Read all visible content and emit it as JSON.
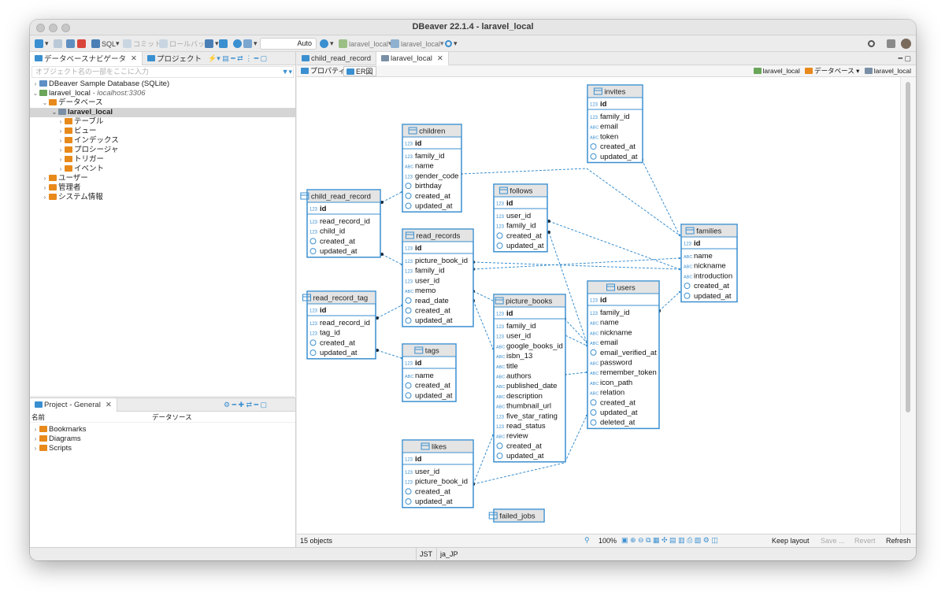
{
  "window": {
    "title": "DBeaver 22.1.4 - laravel_local"
  },
  "toolbar": {
    "sql": "SQL",
    "commit": "コミット",
    "rollback": "ロールバック",
    "auto": "Auto",
    "datasource": "laravel_local",
    "schema": "laravel_local"
  },
  "navigator": {
    "tab_db": "データベースナビゲータ",
    "tab_project": "プロジェクト",
    "filter_placeholder": "オブジェクト名の一部をここに入力",
    "items": [
      {
        "label": "DBeaver Sample Database (SQLite)"
      },
      {
        "label": "laravel_local",
        "host": "- localhost:3306"
      },
      {
        "label": "データベース"
      },
      {
        "label": "laravel_local"
      },
      {
        "label": "テーブル"
      },
      {
        "label": "ビュー"
      },
      {
        "label": "インデックス"
      },
      {
        "label": "プロシージャ"
      },
      {
        "label": "トリガー"
      },
      {
        "label": "イベント"
      },
      {
        "label": "ユーザー"
      },
      {
        "label": "管理者"
      },
      {
        "label": "システム情報"
      }
    ]
  },
  "project": {
    "tab": "Project - General",
    "col_name": "名前",
    "col_datasource": "データソース",
    "items": [
      {
        "label": "Bookmarks"
      },
      {
        "label": "Diagrams"
      },
      {
        "label": "Scripts"
      }
    ]
  },
  "editor": {
    "tabs": [
      {
        "label": "child_read_record"
      },
      {
        "label": "laravel_local"
      }
    ],
    "subtab_props": "プロパティ",
    "subtab_er": "ER図",
    "crumb_ds": "laravel_local",
    "crumb_db": "データベース",
    "crumb_schema": "laravel_local"
  },
  "status": {
    "objects": "15 objects",
    "zoom": "100%",
    "keep_layout": "Keep layout",
    "save": "Save ...",
    "revert": "Revert",
    "refresh": "Refresh"
  },
  "bottom": {
    "tz": "JST",
    "locale": "ja_JP"
  },
  "colors": {
    "accent": "#3a8fd0",
    "link": "#2a8fcf",
    "folder": "#e8891b",
    "selection": "#d5d5d5"
  },
  "er_tables": [
    {
      "name": "invites",
      "pk": "id",
      "columns": [
        {
          "t": "123",
          "n": "family_id"
        },
        {
          "t": "ABC",
          "n": "email"
        },
        {
          "t": "ABC",
          "n": "token"
        },
        {
          "t": "clock",
          "n": "created_at"
        },
        {
          "t": "clock",
          "n": "updated_at"
        }
      ]
    },
    {
      "name": "children",
      "pk": "id",
      "columns": [
        {
          "t": "123",
          "n": "family_id"
        },
        {
          "t": "ABC",
          "n": "name"
        },
        {
          "t": "123",
          "n": "gender_code"
        },
        {
          "t": "clock",
          "n": "birthday"
        },
        {
          "t": "clock",
          "n": "created_at"
        },
        {
          "t": "clock",
          "n": "updated_at"
        }
      ]
    },
    {
      "name": "child_read_record",
      "pk": "id",
      "columns": [
        {
          "t": "123",
          "n": "read_record_id"
        },
        {
          "t": "123",
          "n": "child_id"
        },
        {
          "t": "clock",
          "n": "created_at"
        },
        {
          "t": "clock",
          "n": "updated_at"
        }
      ]
    },
    {
      "name": "follows",
      "pk": "id",
      "columns": [
        {
          "t": "123",
          "n": "user_id"
        },
        {
          "t": "123",
          "n": "family_id"
        },
        {
          "t": "clock",
          "n": "created_at"
        },
        {
          "t": "clock",
          "n": "updated_at"
        }
      ]
    },
    {
      "name": "families",
      "pk": "id",
      "columns": [
        {
          "t": "ABC",
          "n": "name"
        },
        {
          "t": "ABC",
          "n": "nickname"
        },
        {
          "t": "ABC",
          "n": "introduction"
        },
        {
          "t": "clock",
          "n": "created_at"
        },
        {
          "t": "clock",
          "n": "updated_at"
        }
      ]
    },
    {
      "name": "read_records",
      "pk": "id",
      "columns": [
        {
          "t": "123",
          "n": "picture_book_id"
        },
        {
          "t": "123",
          "n": "family_id"
        },
        {
          "t": "123",
          "n": "user_id"
        },
        {
          "t": "ABC",
          "n": "memo"
        },
        {
          "t": "clock",
          "n": "read_date"
        },
        {
          "t": "clock",
          "n": "created_at"
        },
        {
          "t": "clock",
          "n": "updated_at"
        }
      ]
    },
    {
      "name": "read_record_tag",
      "pk": "id",
      "columns": [
        {
          "t": "123",
          "n": "read_record_id"
        },
        {
          "t": "123",
          "n": "tag_id"
        },
        {
          "t": "clock",
          "n": "created_at"
        },
        {
          "t": "clock",
          "n": "updated_at"
        }
      ]
    },
    {
      "name": "picture_books",
      "pk": "id",
      "columns": [
        {
          "t": "123",
          "n": "family_id"
        },
        {
          "t": "123",
          "n": "user_id"
        },
        {
          "t": "ABC",
          "n": "google_books_id"
        },
        {
          "t": "ABC",
          "n": "isbn_13"
        },
        {
          "t": "ABC",
          "n": "title"
        },
        {
          "t": "ABC",
          "n": "authors"
        },
        {
          "t": "ABC",
          "n": "published_date"
        },
        {
          "t": "ABC",
          "n": "description"
        },
        {
          "t": "ABC",
          "n": "thumbnail_url"
        },
        {
          "t": "123",
          "n": "five_star_rating"
        },
        {
          "t": "123",
          "n": "read_status"
        },
        {
          "t": "ABC",
          "n": "review"
        },
        {
          "t": "clock",
          "n": "created_at"
        },
        {
          "t": "clock",
          "n": "updated_at"
        }
      ]
    },
    {
      "name": "users",
      "pk": "id",
      "columns": [
        {
          "t": "123",
          "n": "family_id"
        },
        {
          "t": "ABC",
          "n": "name"
        },
        {
          "t": "ABC",
          "n": "nickname"
        },
        {
          "t": "ABC",
          "n": "email"
        },
        {
          "t": "clock",
          "n": "email_verified_at"
        },
        {
          "t": "ABC",
          "n": "password"
        },
        {
          "t": "ABC",
          "n": "remember_token"
        },
        {
          "t": "ABC",
          "n": "icon_path"
        },
        {
          "t": "ABC",
          "n": "relation"
        },
        {
          "t": "clock",
          "n": "created_at"
        },
        {
          "t": "clock",
          "n": "updated_at"
        },
        {
          "t": "clock",
          "n": "deleted_at"
        }
      ]
    },
    {
      "name": "tags",
      "pk": "id",
      "columns": [
        {
          "t": "ABC",
          "n": "name"
        },
        {
          "t": "clock",
          "n": "created_at"
        },
        {
          "t": "clock",
          "n": "updated_at"
        }
      ]
    },
    {
      "name": "likes",
      "pk": "id",
      "columns": [
        {
          "t": "123",
          "n": "user_id"
        },
        {
          "t": "123",
          "n": "picture_book_id"
        },
        {
          "t": "clock",
          "n": "created_at"
        },
        {
          "t": "clock",
          "n": "updated_at"
        }
      ]
    },
    {
      "name": "failed_jobs",
      "pk": "",
      "columns": []
    }
  ]
}
